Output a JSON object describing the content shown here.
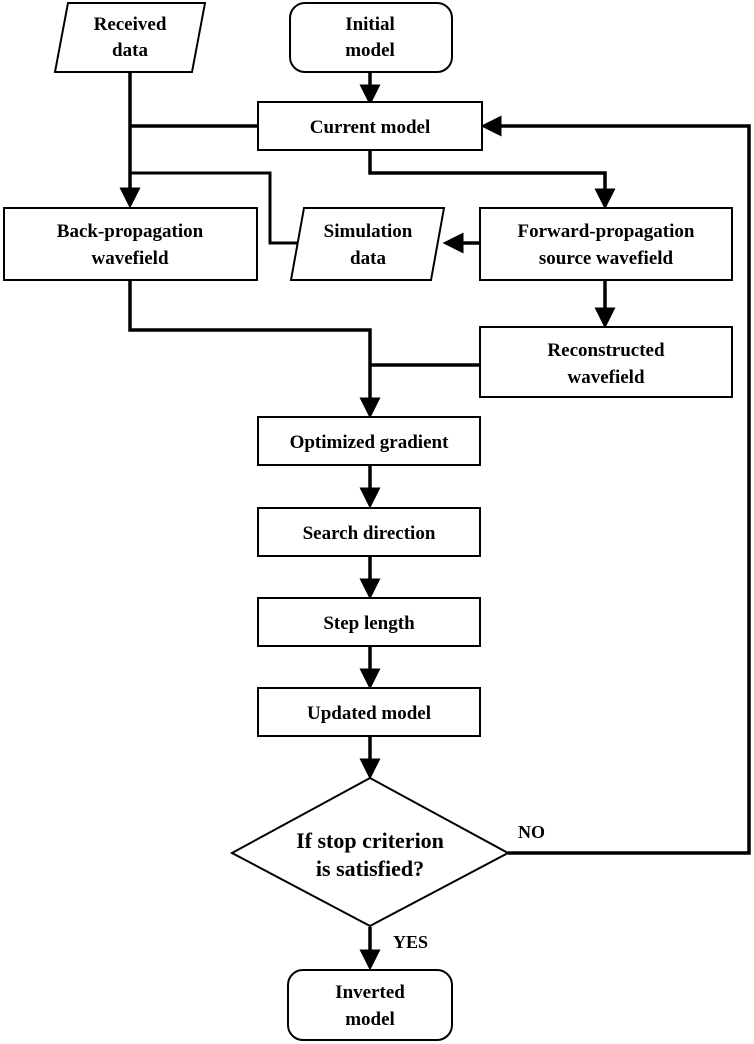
{
  "nodes": {
    "received_data": {
      "line1": "Received",
      "line2": "data"
    },
    "initial_model": {
      "line1": "Initial",
      "line2": "model"
    },
    "current_model": {
      "label": "Current model"
    },
    "back_propagation": {
      "line1": "Back-propagation",
      "line2": "wavefield"
    },
    "simulation_data": {
      "line1": "Simulation",
      "line2": "data"
    },
    "forward_propagation": {
      "line1": "Forward-propagation",
      "line2": "source wavefield"
    },
    "reconstructed_wavefield": {
      "line1": "Reconstructed",
      "line2": "wavefield"
    },
    "optimized_gradient": {
      "label": "Optimized gradient"
    },
    "search_direction": {
      "label": "Search direction"
    },
    "step_length": {
      "label": "Step length"
    },
    "updated_model": {
      "label": "Updated model"
    },
    "stop_criterion": {
      "line1": "If stop criterion",
      "line2": "is satisfied?"
    },
    "inverted_model": {
      "line1": "Inverted",
      "line2": "model"
    }
  },
  "edges": {
    "no_label": "NO",
    "yes_label": "YES"
  }
}
